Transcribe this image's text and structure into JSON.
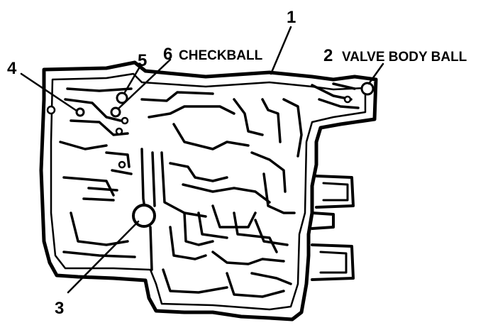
{
  "callouts": [
    {
      "number": "1",
      "text": ""
    },
    {
      "number": "2",
      "text": "VALVE BODY BALL"
    },
    {
      "number": "3",
      "text": ""
    },
    {
      "number": "4",
      "text": ""
    },
    {
      "number": "5",
      "text": ""
    },
    {
      "number": "6",
      "text": "CHECKBALL"
    }
  ],
  "colors": {
    "ink": "#000000",
    "background": "#ffffff"
  }
}
